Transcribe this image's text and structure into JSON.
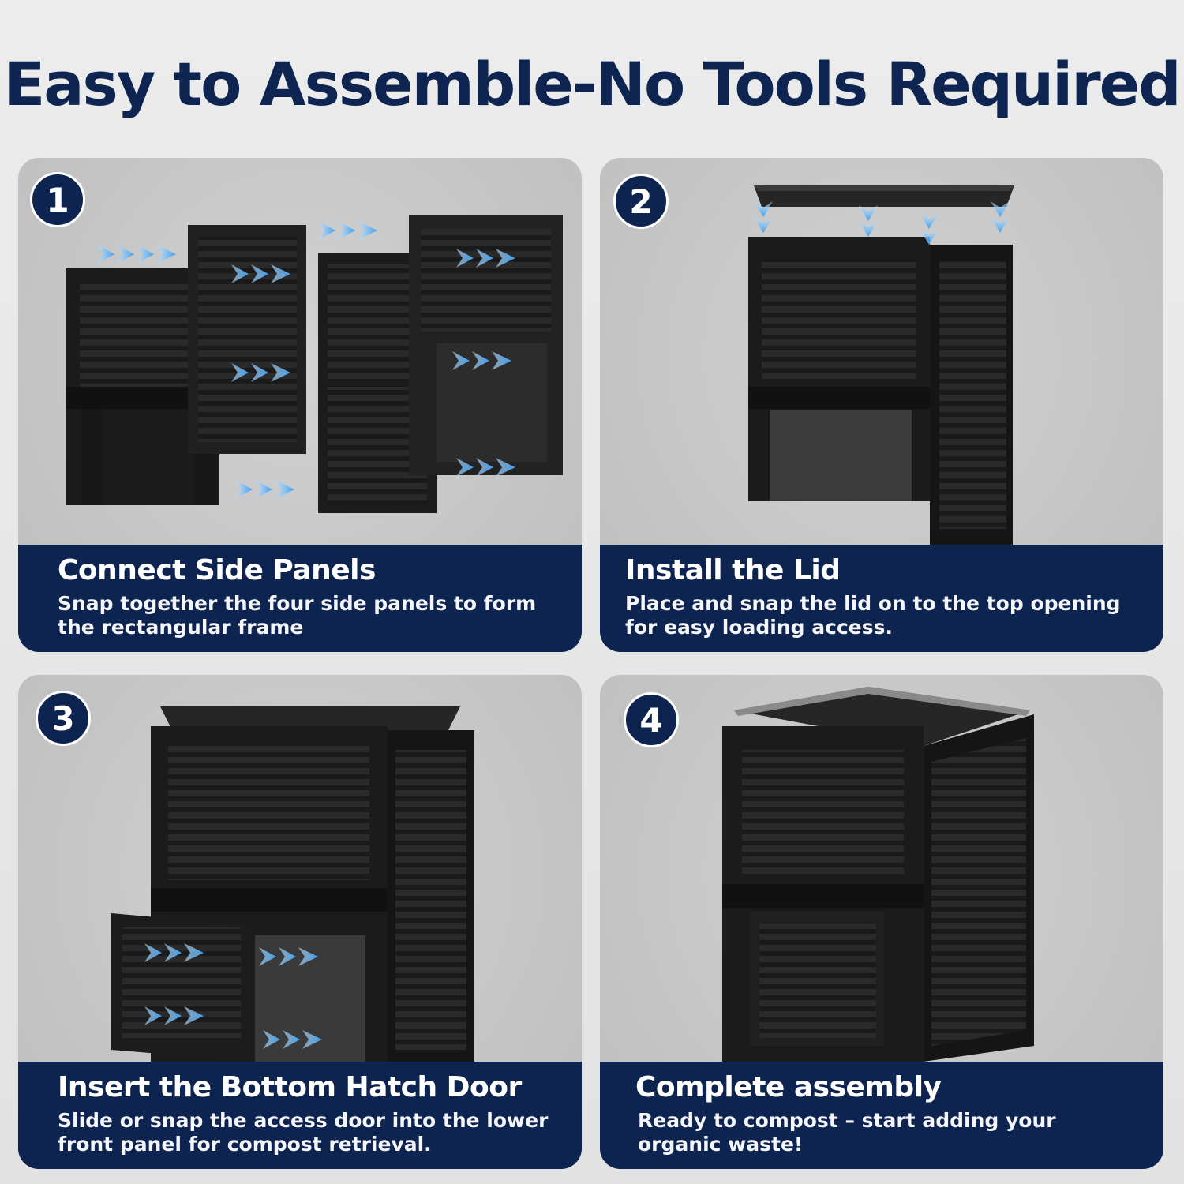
{
  "header": {
    "title": "Easy to Assemble-No Tools Required"
  },
  "steps": [
    {
      "number": "1",
      "title": "Connect Side Panels",
      "text": "Snap together the four side panels to form the rectangular frame"
    },
    {
      "number": "2",
      "title": "Install the Lid",
      "text": "Place and snap the lid on to the top opening for easy loading access."
    },
    {
      "number": "3",
      "title": "Insert the Bottom Hatch Door",
      "text": "Slide or snap the access door into the lower front panel for compost retrieval."
    },
    {
      "number": "4",
      "title": "Complete assembly",
      "text": "Ready to compost – start adding your organic waste!"
    }
  ],
  "colors": {
    "navy": "#0d2350",
    "arrow": "#4aa8f0",
    "product": "#1e1e1e"
  },
  "icons": [
    "arrow-chevron-icon"
  ]
}
